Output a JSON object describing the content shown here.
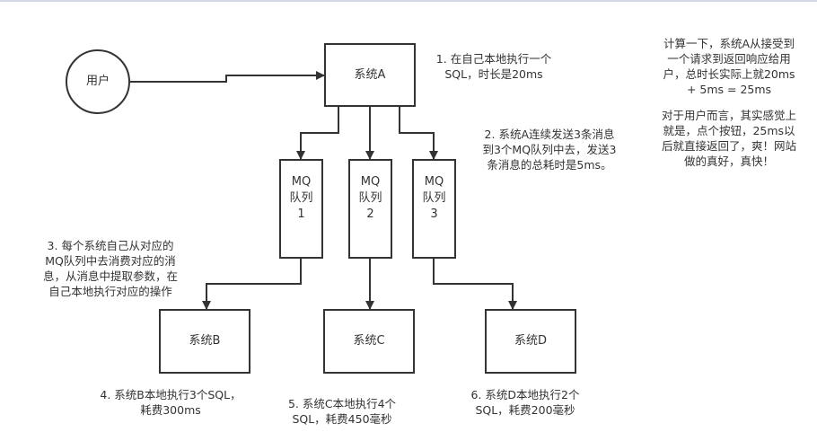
{
  "diagram": {
    "nodes": {
      "user": {
        "label": "用户",
        "shape": "circle"
      },
      "system_a": {
        "label": "系统A"
      },
      "mq1": {
        "label": "MQ\n队列\n1"
      },
      "mq2": {
        "label": "MQ\n队列\n2"
      },
      "mq3": {
        "label": "MQ\n队列\n3"
      },
      "system_b": {
        "label": "系统B"
      },
      "system_c": {
        "label": "系统C"
      },
      "system_d": {
        "label": "系统D"
      }
    },
    "edges": [
      {
        "from": "user",
        "to": "system_a"
      },
      {
        "from": "system_a",
        "to": "mq1"
      },
      {
        "from": "system_a",
        "to": "mq2"
      },
      {
        "from": "system_a",
        "to": "mq3"
      },
      {
        "from": "mq1",
        "to": "system_b"
      },
      {
        "from": "mq2",
        "to": "system_c"
      },
      {
        "from": "mq3",
        "to": "system_d"
      }
    ],
    "notes": {
      "step1": "1. 在自己本地执行一个\nSQL，时长是20ms",
      "step2": "2. 系统A连续发送3条消息\n到3个MQ队列中去，发送3\n条消息的总耗时是5ms。",
      "step3": "3. 每个系统自己从对应的\nMQ队列中去消费对应的消\n息，从消息中提取参数，在\n自己本地执行对应的操作",
      "step4": "4. 系统B本地执行3个SQL，\n耗费300ms",
      "step5": "5. 系统C本地执行4个\nSQL，耗费450毫秒",
      "step6": "6. 系统D本地执行2个\nSQL，耗费200毫秒",
      "summary_calc": "计算一下，系统A从接受到\n一个请求到返回响应给用\n户，总时长实际上就20ms\n+ 5ms = 25ms",
      "summary_feel": "对于用户而言，其实感觉上\n就是，点个按钮，25ms以\n后就直接返回了，爽！网站\n做的真好，真快！"
    },
    "colors": {
      "stroke": "#333333",
      "text": "#333333",
      "background": "#ffffff",
      "top_border": "#d4d8e6"
    }
  }
}
